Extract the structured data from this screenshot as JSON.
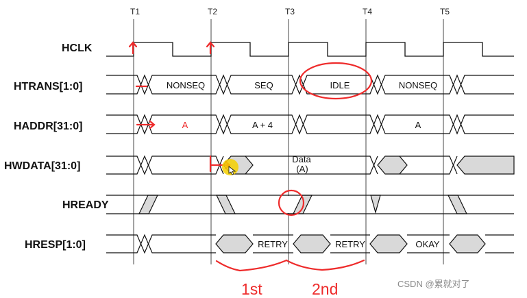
{
  "time_markers": [
    "T1",
    "T2",
    "T3",
    "T4",
    "T5"
  ],
  "signals": {
    "hclk": "HCLK",
    "htrans": "HTRANS[1:0]",
    "haddr": "HADDR[31:0]",
    "hwdata": "HWDATA[31:0]",
    "hready": "HREADY",
    "hresp": "HRESP[1:0]"
  },
  "htrans_values": {
    "c1": "NONSEQ",
    "c2": "SEQ",
    "c3": "IDLE",
    "c4": "NONSEQ"
  },
  "haddr_values": {
    "c1": "A",
    "c2": "A + 4",
    "c4": "A"
  },
  "hwdata_values": {
    "c3_line1": "Data",
    "c3_line2": "(A)"
  },
  "hresp_values": {
    "c3": "RETRY",
    "c4": "RETRY",
    "c5": "OKAY"
  },
  "annotations": {
    "first": "1st",
    "second": "2nd"
  },
  "watermark": "CSDN @累就对了",
  "colors": {
    "annotation": "#ee2b2b",
    "bus_fill": "#d9d9d9",
    "cursor": "#f5d000"
  }
}
